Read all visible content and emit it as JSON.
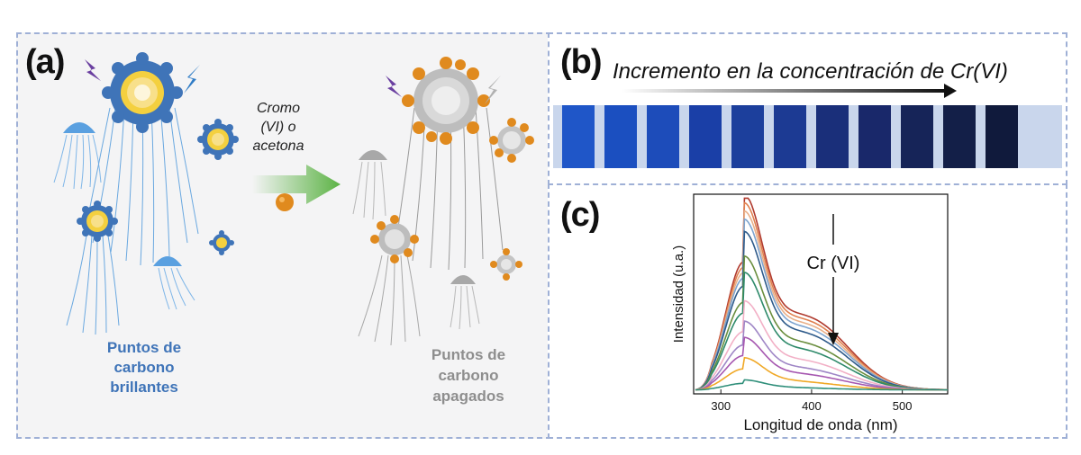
{
  "panel_a": {
    "label": "(a)",
    "arrow_text": [
      "Cromo",
      "(VI) o",
      "acetona"
    ],
    "bright_label": [
      "Puntos de",
      "carbono",
      "brillantes"
    ],
    "quenched_label": [
      "Puntos de",
      "carbono",
      "apagados"
    ],
    "icons": [
      "jellyfish-icon",
      "carbon-dot-icon",
      "lightning-icon",
      "chromium-particle-icon"
    ],
    "colors": {
      "bright": "#3f74b8",
      "quenched": "#8e8e8e",
      "arrow": "#5cb345",
      "particle": "#e08a1e"
    }
  },
  "panel_b": {
    "label": "(b)",
    "title": "Incremento en la concentración de Cr(VI)",
    "vial_colors": [
      "#1f56c8",
      "#1b4fc0",
      "#1d4cba",
      "#1a3fa7",
      "#1c3f9c",
      "#1c3a93",
      "#1a2f7a",
      "#19286a",
      "#162458",
      "#131f48",
      "#101a3c"
    ]
  },
  "panel_c": {
    "label": "(c)",
    "annotation": "Cr (VI)"
  },
  "chart_data": {
    "type": "line",
    "xlabel": "Longitud de onda (nm)",
    "ylabel": "Intensidad (u.a.)",
    "xlim": [
      270,
      550
    ],
    "ylim": [
      0,
      1
    ],
    "x_ticks": [
      300,
      400,
      500
    ],
    "grid": false,
    "series": [
      {
        "color": "#b03a2e",
        "peak": 0.96,
        "shoulder": 0.38
      },
      {
        "color": "#e0804f",
        "peak": 0.92,
        "shoulder": 0.37
      },
      {
        "color": "#e9b089",
        "peak": 0.88,
        "shoulder": 0.36
      },
      {
        "color": "#7ea4cf",
        "peak": 0.84,
        "shoulder": 0.35
      },
      {
        "color": "#2e5a8a",
        "peak": 0.78,
        "shoulder": 0.34
      },
      {
        "color": "#6a8e3e",
        "peak": 0.66,
        "shoulder": 0.32
      },
      {
        "color": "#2e8a6a",
        "peak": 0.58,
        "shoulder": 0.3
      },
      {
        "color": "#f2b0c6",
        "peak": 0.44,
        "shoulder": 0.28
      },
      {
        "color": "#9f86c6",
        "peak": 0.34,
        "shoulder": 0.25
      },
      {
        "color": "#a657b0",
        "peak": 0.26,
        "shoulder": 0.22
      },
      {
        "color": "#f0a826",
        "peak": 0.16,
        "shoulder": 0.13
      },
      {
        "color": "#2f8f7a",
        "peak": 0.05,
        "shoulder": 0.04
      }
    ]
  }
}
